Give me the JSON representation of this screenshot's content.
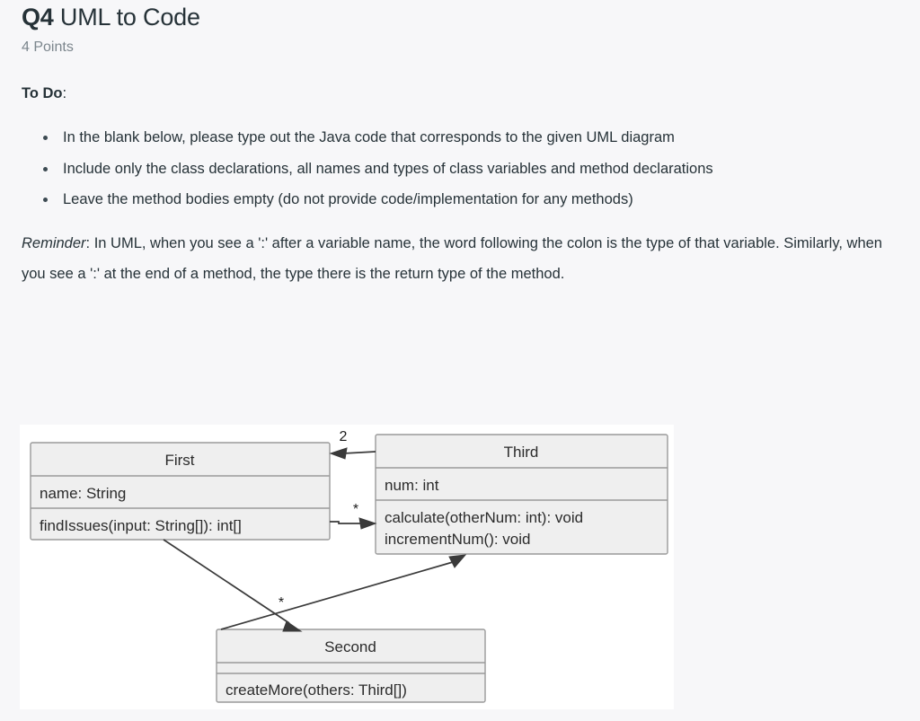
{
  "header": {
    "question_number": "Q4",
    "title": " UML to Code",
    "points": "4 Points"
  },
  "todo": {
    "label": "To Do",
    "colon": ":",
    "items": [
      "In the blank below, please type out the Java code that corresponds to the given UML diagram",
      "Include only the class declarations, all names and types of class variables and method declarations",
      "Leave the method bodies empty (do not provide code/implementation for any methods)"
    ]
  },
  "reminder": {
    "lead": "Reminder",
    "body": ": In UML, when you see a ':' after a variable name, the word following the colon is the type of that variable.  Similarly, when you see a ':' at the end of a method, the type there is the return type of the method."
  },
  "diagram": {
    "classes": {
      "first": {
        "name": "First",
        "attributes": [
          "name: String"
        ],
        "methods": [
          "findIssues(input: String[]): int[]"
        ]
      },
      "third": {
        "name": "Third",
        "attributes": [
          "num: int"
        ],
        "methods": [
          "calculate(otherNum: int): void",
          "incrementNum(): void"
        ]
      },
      "second": {
        "name": "Second",
        "attributes": [],
        "methods": [
          "createMore(others: Third[])"
        ]
      }
    },
    "multiplicities": {
      "third_to_first": "2",
      "first_to_third": "*",
      "first_to_second": "*"
    },
    "colors": {
      "box_fill": "#efefef",
      "box_stroke": "#9a9a9a",
      "edge": "#3a3a3a",
      "panel_bg": "#ffffff",
      "page_bg": "#f7f7f9"
    }
  }
}
